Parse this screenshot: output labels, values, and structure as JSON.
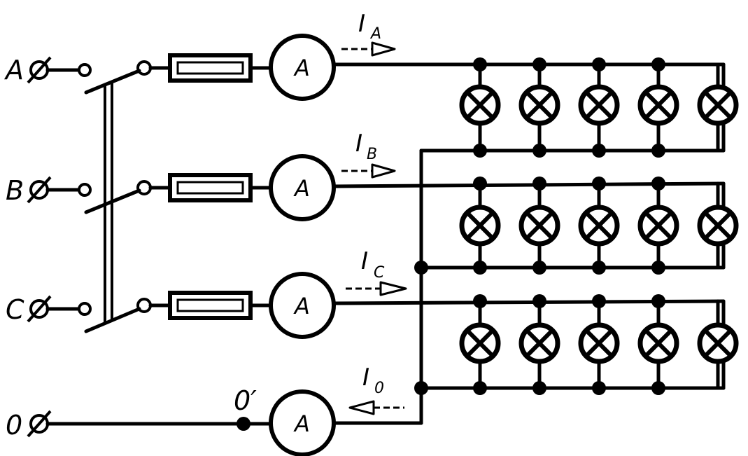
{
  "diagram": {
    "phases": [
      {
        "id": "A",
        "label": "A",
        "meter_label": "A",
        "current_main": "I",
        "current_sub": "A"
      },
      {
        "id": "B",
        "label": "B",
        "meter_label": "A",
        "current_main": "I",
        "current_sub": "B"
      },
      {
        "id": "C",
        "label": "C",
        "meter_label": "A",
        "current_main": "I",
        "current_sub": "C"
      }
    ],
    "neutral": {
      "label": "0",
      "node_label": "0′",
      "meter_label": "A",
      "current_main": "I",
      "current_sub": "0"
    },
    "lamps_per_phase": 5,
    "icons": {
      "terminal": "terminal-icon",
      "switch": "three-pole-switch-icon",
      "fuse": "fuse-icon",
      "ammeter": "ammeter-icon",
      "lamp": "lamp-icon",
      "arrow": "current-direction-arrow-icon"
    }
  }
}
